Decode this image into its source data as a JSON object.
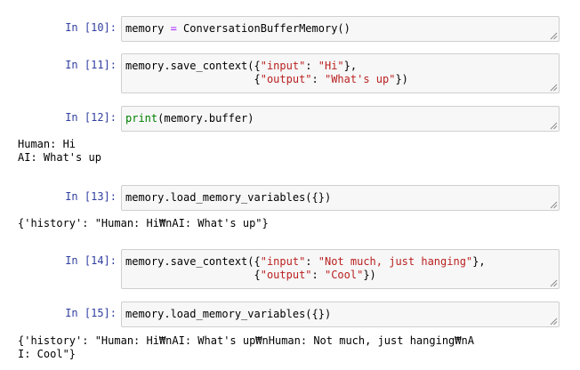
{
  "cells": [
    {
      "prompt": "In [10]:",
      "lines": [
        [
          {
            "t": "memory ",
            "c": "var"
          },
          {
            "t": "=",
            "c": "op"
          },
          {
            "t": " ConversationBufferMemory()",
            "c": "var"
          }
        ]
      ],
      "output": []
    },
    {
      "prompt": "In [11]:",
      "lines": [
        [
          {
            "t": "memory.save_context({",
            "c": "var"
          },
          {
            "t": "\"input\"",
            "c": "str"
          },
          {
            "t": ": ",
            "c": "punc"
          },
          {
            "t": "\"Hi\"",
            "c": "str"
          },
          {
            "t": "},",
            "c": "punc"
          }
        ],
        [
          {
            "t": "                    {",
            "c": "punc"
          },
          {
            "t": "\"output\"",
            "c": "str"
          },
          {
            "t": ": ",
            "c": "punc"
          },
          {
            "t": "\"What's up\"",
            "c": "str"
          },
          {
            "t": "})",
            "c": "punc"
          }
        ]
      ],
      "output": []
    },
    {
      "prompt": "In [12]:",
      "lines": [
        [
          {
            "t": "print",
            "c": "builtin"
          },
          {
            "t": "(memory.buffer)",
            "c": "var"
          }
        ]
      ],
      "output": [
        "Human: Hi",
        "AI: What's up"
      ]
    },
    {
      "prompt": "In [13]:",
      "lines": [
        [
          {
            "t": "memory.load_memory_variables({})",
            "c": "var"
          }
        ]
      ],
      "output": [
        "{'history': \"Human: Hi₩nAI: What's up\"}"
      ]
    },
    {
      "prompt": "In [14]:",
      "lines": [
        [
          {
            "t": "memory.save_context({",
            "c": "var"
          },
          {
            "t": "\"input\"",
            "c": "str"
          },
          {
            "t": ": ",
            "c": "punc"
          },
          {
            "t": "\"Not much, just hanging\"",
            "c": "str"
          },
          {
            "t": "},",
            "c": "punc"
          }
        ],
        [
          {
            "t": "                    {",
            "c": "punc"
          },
          {
            "t": "\"output\"",
            "c": "str"
          },
          {
            "t": ": ",
            "c": "punc"
          },
          {
            "t": "\"Cool\"",
            "c": "str"
          },
          {
            "t": "})",
            "c": "punc"
          }
        ]
      ],
      "output": []
    },
    {
      "prompt": "In [15]:",
      "lines": [
        [
          {
            "t": "memory.load_memory_variables({})",
            "c": "var"
          }
        ]
      ],
      "output": [
        "{'history': \"Human: Hi₩nAI: What's up₩nHuman: Not much, just hanging₩nA",
        "I: Cool\"}"
      ]
    }
  ],
  "colors": {
    "prompt": "#303f9f",
    "string": "#ba2121",
    "operator": "#aa22ff",
    "builtin": "#008000",
    "input_bg": "#f7f7f7",
    "input_border": "#cfcfcf"
  }
}
